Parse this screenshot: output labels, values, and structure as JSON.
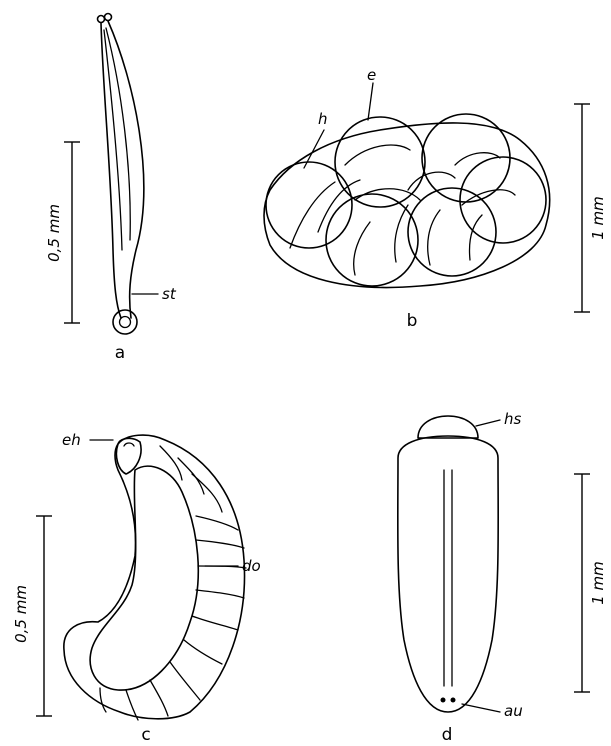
{
  "panels": {
    "a": {
      "letter": "a",
      "scale": "0,5 mm",
      "label_st": "st"
    },
    "b": {
      "letter": "b",
      "scale": "1 mm",
      "label_h": "h",
      "label_e": "e"
    },
    "c": {
      "letter": "c",
      "scale": "0,5 mm",
      "label_eh": "eh",
      "label_do": "do"
    },
    "d": {
      "letter": "d",
      "scale": "1 mm",
      "label_hs": "hs",
      "label_au": "au"
    }
  }
}
